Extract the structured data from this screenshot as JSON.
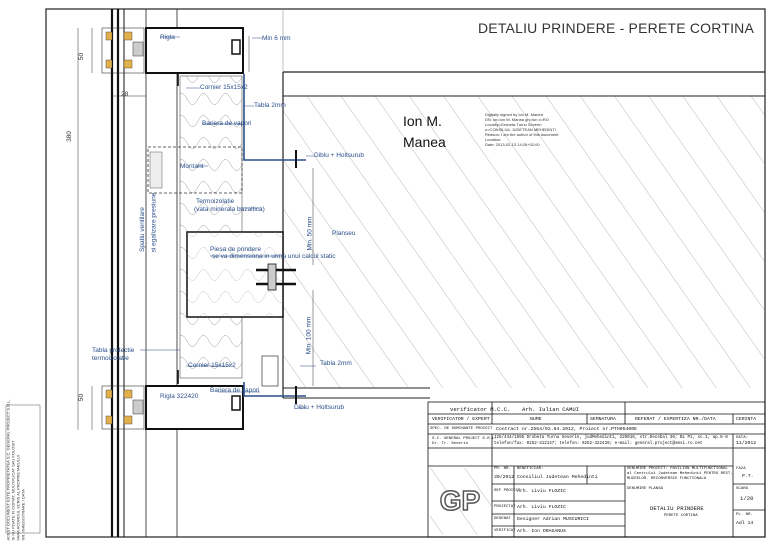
{
  "title": "DETALIU PRINDERE - PERETE CORTINA",
  "signature": {
    "name_line1": "Ion M.",
    "name_line2": "Manea",
    "details": [
      "Digitally signed by Ion M. Manea",
      "DN: cn=Ion M. Manea gn=Ion c=RO",
      "Locality=Drobeta-Turnu Severin",
      "o=CONSILIUL JUDETEAN MEHEDINTI",
      "Reason: I am the author of this document",
      "Location:",
      "Date: 2013-02-13 14:26+02:00"
    ]
  },
  "labels": {
    "rigla": "Rigla",
    "min6": "Min 6 mm",
    "cornier_top": "Cornier 15x15x2",
    "tabla2_top": "Tabla 2mm",
    "bariera_top": "Bariera de vapori",
    "montant": "Montant",
    "diblu_top": "Diblu + Holtsurub",
    "termo1": "Termoizolatie",
    "termo2": "(vata minerala bazaltica)",
    "planseu": "Planseu",
    "spatiu1": "Spatiu ventilare",
    "spatiu2": "si egalizare presiune",
    "piesa1": "Piesa de prindere",
    "piesa2": "se va dimensiona in urma unui calcul static",
    "min50": "Min. 50 mm",
    "min100": "Min. 100 mm",
    "tabla_prot1": "Tabla protectie",
    "tabla_prot2": "termoizolatie",
    "cornier_bot": "Cornier 15x15x2",
    "tabla2_bot": "Tabla 2mm",
    "rigla_bot": "Rigla 322420",
    "bariera_bot": "Bariera de vapori",
    "diblu_bot": "Diblu + Holtsurub",
    "dim_50a": "50",
    "dim_28": "28",
    "dim_380": "380",
    "dim_50b": "50"
  },
  "titleblock": {
    "r1": {
      "role": "verificator  M.C.C.",
      "name": "Arh. Iulian CAMUI"
    },
    "r2": {
      "c1": "VERIFICATOR / EXPERT",
      "c2": "NUME",
      "c3": "SEMNATURA",
      "c4": "REFERAT / EXPERTIZA NR./DATA",
      "c5": "CERINTA"
    },
    "r3": {
      "c1": "SPEC. DE DOMINANTE PROIECT",
      "c2": "Contract nr.2564/02.04.2012, Proiect nr.PTH05400E"
    },
    "r4": {
      "c1a": "S.C. GENERAL PROJECT S.R.L.",
      "c1b": "Dr. Tr. Severin",
      "c2a": "J25/444/1995  Drobeta Turnu Severin, judMehedinti, 220016, str.Decebal 36; BL P1, sc.1, ap.6-8",
      "c2b": "telefon/fax: 0252-312147; telefon: 0252-322439; e-mail: general.project@smsi.ro.net",
      "c3a": "DATA:",
      "c3b": "11/2012"
    },
    "r5": {
      "c1a": "PR. NR.",
      "c1b": "30/2012",
      "c2a": "BENEFICIAR:",
      "c2b": "Consiliul Judetean Mehedinti",
      "c3a": "DENUMIRE PROIECT: PAVILION MULTIFUNCTIONAL",
      "c3b": "al Centrului Judetean Mehedinti PENTRU REST.",
      "c3c": "MUZEELOR. RECONVERSIE FUNCTIONALA",
      "c4a": "FAZA",
      "c4b": "P.T."
    },
    "r6": {
      "role": "SEF PROIECT",
      "name": "Arh. Liviu FLOZIC",
      "c3a": "DENUMIRE PLANSA",
      "c4a": "SCARA",
      "c4b": "1/20"
    },
    "r7": {
      "role": "PROIECTAT",
      "name": "Arh. Liviu FLOZIC",
      "c3a": "DETALIU PRINDERE",
      "c3b": "PERETE CORTINA",
      "c4a": "PL. NR.",
      "c4b": "Adl 14"
    },
    "r8": {
      "role": "DESENAT",
      "name": "Designer Adrian MUSCURICI"
    },
    "r9": {
      "role": "VERIFICAT",
      "name": "Arh. Ion DRAGANUS"
    },
    "logo": "GP"
  },
  "side_note": [
    "ACEST DOCUMENT ESTE PROPRIETATEA S.C. GENERAL PROJECT S.R.L.",
    "SI NU POATE FI COPIAT, MULTIPLICAT SAU FOLOSIT",
    "FARA ACORDUL SCRIS AL PROPRIETARULUI",
    "NR. INREGISTRARE / DATA"
  ]
}
